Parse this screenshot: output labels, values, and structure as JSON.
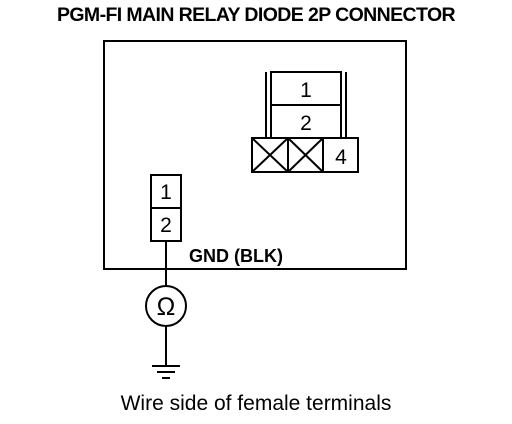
{
  "title": "PGM-FI MAIN RELAY DIODE 2P CONNECTOR",
  "caption": "Wire side of female terminals",
  "connector_a": {
    "terminals": [
      "1",
      "2"
    ],
    "extra_terminal": "4"
  },
  "connector_b": {
    "terminals": [
      "1",
      "2"
    ]
  },
  "wire_label": "GND (BLK)",
  "meter_symbol": "Ω",
  "icons": {
    "meter": "ohmmeter-icon",
    "ground": "ground-icon"
  },
  "colors": {
    "line": "#000000",
    "background": "#ffffff"
  }
}
